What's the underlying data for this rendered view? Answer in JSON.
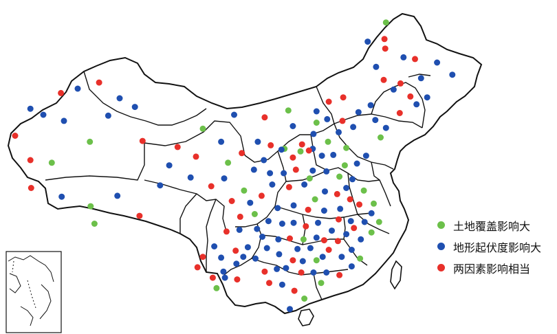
{
  "colors": {
    "land_cover": "#6cc04a",
    "terrain": "#1f4fb0",
    "both": "#e8302a",
    "border": "#111111"
  },
  "legend": {
    "items": [
      {
        "label": "土地覆盖影响大",
        "color_key": "land_cover"
      },
      {
        "label": "地形起伏度影响大",
        "color_key": "terrain"
      },
      {
        "label": "两因素影响相当",
        "color_key": "both"
      }
    ]
  },
  "map": {
    "inset": "south-china-sea-inset",
    "points": [
      {
        "category": "land_cover",
        "lon": 122.5,
        "lat": 52.5
      },
      {
        "category": "both",
        "lon": 122.3,
        "lat": 50.6
      },
      {
        "category": "both",
        "lon": 122.4,
        "lat": 49.5
      },
      {
        "category": "terrain",
        "lon": 120.1,
        "lat": 50.3
      },
      {
        "category": "terrain",
        "lon": 124.8,
        "lat": 48.5
      },
      {
        "category": "both",
        "lon": 126.3,
        "lat": 48.3
      },
      {
        "category": "terrain",
        "lon": 129.2,
        "lat": 47.9
      },
      {
        "category": "terrain",
        "lon": 131.2,
        "lat": 46.5
      },
      {
        "category": "terrain",
        "lon": 127.1,
        "lat": 46.1
      },
      {
        "category": "both",
        "lon": 124.4,
        "lat": 45.5
      },
      {
        "category": "terrain",
        "lon": 121.2,
        "lat": 47.4
      },
      {
        "category": "both",
        "lon": 122.2,
        "lat": 45.9
      },
      {
        "category": "terrain",
        "lon": 123.5,
        "lat": 44.8
      },
      {
        "category": "both",
        "lon": 125.7,
        "lat": 44.0
      },
      {
        "category": "terrain",
        "lon": 127.9,
        "lat": 43.9
      },
      {
        "category": "terrain",
        "lon": 126.5,
        "lat": 43.1
      },
      {
        "category": "both",
        "lon": 124.3,
        "lat": 42.1
      },
      {
        "category": "terrain",
        "lon": 120.5,
        "lat": 43.0
      },
      {
        "category": "both",
        "lon": 116.9,
        "lat": 43.9
      },
      {
        "category": "terrain",
        "lon": 118.9,
        "lat": 42.2
      },
      {
        "category": "terrain",
        "lon": 121.1,
        "lat": 41.3
      },
      {
        "category": "terrain",
        "lon": 122.5,
        "lat": 40.4
      },
      {
        "category": "land_cover",
        "lon": 121.8,
        "lat": 39.3
      },
      {
        "category": "both",
        "lon": 115.0,
        "lat": 43.4
      },
      {
        "category": "terrain",
        "lon": 113.4,
        "lat": 42.3
      },
      {
        "category": "land_cover",
        "lon": 109.7,
        "lat": 42.4
      },
      {
        "category": "both",
        "lon": 106.6,
        "lat": 41.6
      },
      {
        "category": "terrain",
        "lon": 102.6,
        "lat": 41.9
      },
      {
        "category": "land_cover",
        "lon": 98.5,
        "lat": 40.3
      },
      {
        "category": "land_cover",
        "lon": 113.4,
        "lat": 41.0
      },
      {
        "category": "terrain",
        "lon": 114.8,
        "lat": 41.4
      },
      {
        "category": "both",
        "lon": 116.8,
        "lat": 41.2
      },
      {
        "category": "terrain",
        "lon": 118.2,
        "lat": 40.5
      },
      {
        "category": "terrain",
        "lon": 116.3,
        "lat": 39.9
      },
      {
        "category": "terrain",
        "lon": 113.0,
        "lat": 39.7
      },
      {
        "category": "terrain",
        "lon": 110.3,
        "lat": 40.6
      },
      {
        "category": "terrain",
        "lon": 105.7,
        "lat": 38.8
      },
      {
        "category": "both",
        "lon": 107.4,
        "lat": 38.4
      },
      {
        "category": "land_cover",
        "lon": 109.2,
        "lat": 38.0
      },
      {
        "category": "both",
        "lon": 111.5,
        "lat": 38.5
      },
      {
        "category": "terrain",
        "lon": 112.9,
        "lat": 38.0
      },
      {
        "category": "land_cover",
        "lon": 114.9,
        "lat": 38.8
      },
      {
        "category": "land_cover",
        "lon": 117.3,
        "lat": 38.1
      },
      {
        "category": "terrain",
        "lon": 119.9,
        "lat": 37.2
      },
      {
        "category": "terrain",
        "lon": 118.7,
        "lat": 36.3
      },
      {
        "category": "land_cover",
        "lon": 117.1,
        "lat": 36.1
      },
      {
        "category": "terrain",
        "lon": 115.6,
        "lat": 37.3
      },
      {
        "category": "terrain",
        "lon": 114.1,
        "lat": 37.2
      },
      {
        "category": "both",
        "lon": 112.4,
        "lat": 37.8
      },
      {
        "category": "both",
        "lon": 110.3,
        "lat": 37.0
      },
      {
        "category": "land_cover",
        "lon": 111.3,
        "lat": 37.7
      },
      {
        "category": "terrain",
        "lon": 108.8,
        "lat": 37.9
      },
      {
        "category": "terrain",
        "lon": 106.5,
        "lat": 36.7
      },
      {
        "category": "both",
        "lon": 103.6,
        "lat": 37.5
      },
      {
        "category": "land_cover",
        "lon": 101.8,
        "lat": 36.4
      },
      {
        "category": "terrain",
        "lon": 100.9,
        "lat": 38.8
      },
      {
        "category": "both",
        "lon": 97.6,
        "lat": 37.1
      },
      {
        "category": "both",
        "lon": 95.2,
        "lat": 38.2
      },
      {
        "category": "terrain",
        "lon": 94.1,
        "lat": 36.1
      },
      {
        "category": "both",
        "lon": 90.6,
        "lat": 38.9
      },
      {
        "category": "terrain",
        "lon": 89.6,
        "lat": 42.8
      },
      {
        "category": "terrain",
        "lon": 87.6,
        "lat": 43.8
      },
      {
        "category": "both",
        "lon": 84.9,
        "lat": 45.6
      },
      {
        "category": "terrain",
        "lon": 82.1,
        "lat": 44.9
      },
      {
        "category": "terrain",
        "lon": 86.1,
        "lat": 41.8
      },
      {
        "category": "terrain",
        "lon": 80.3,
        "lat": 41.2
      },
      {
        "category": "both",
        "lon": 79.9,
        "lat": 44.4
      },
      {
        "category": "terrain",
        "lon": 75.9,
        "lat": 42.6
      },
      {
        "category": "terrain",
        "lon": 77.6,
        "lat": 41.9
      },
      {
        "category": "both",
        "lon": 73.9,
        "lat": 39.5
      },
      {
        "category": "land_cover",
        "lon": 83.7,
        "lat": 38.8
      },
      {
        "category": "both",
        "lon": 75.9,
        "lat": 36.7
      },
      {
        "category": "land_cover",
        "lon": 78.7,
        "lat": 36.4
      },
      {
        "category": "both",
        "lon": 76.0,
        "lat": 33.5
      },
      {
        "category": "terrain",
        "lon": 80.0,
        "lat": 32.5
      },
      {
        "category": "land_cover",
        "lon": 83.8,
        "lat": 31.4
      },
      {
        "category": "terrain",
        "lon": 87.3,
        "lat": 32.6
      },
      {
        "category": "both",
        "lon": 90.2,
        "lat": 30.3
      },
      {
        "category": "terrain",
        "lon": 92.9,
        "lat": 33.8
      },
      {
        "category": "land_cover",
        "lon": 84.3,
        "lat": 29.4
      },
      {
        "category": "terrain",
        "lon": 96.9,
        "lat": 34.7
      },
      {
        "category": "both",
        "lon": 99.6,
        "lat": 33.7
      },
      {
        "category": "terrain",
        "lon": 101.3,
        "lat": 34.6
      },
      {
        "category": "both",
        "lon": 102.3,
        "lat": 32.0
      },
      {
        "category": "land_cover",
        "lon": 103.9,
        "lat": 33.2
      },
      {
        "category": "terrain",
        "lon": 105.2,
        "lat": 35.6
      },
      {
        "category": "terrain",
        "lon": 107.3,
        "lat": 35.2
      },
      {
        "category": "terrain",
        "lon": 109.1,
        "lat": 35.2
      },
      {
        "category": "both",
        "lon": 110.7,
        "lat": 35.6
      },
      {
        "category": "terrain",
        "lon": 112.9,
        "lat": 35.5
      },
      {
        "category": "land_cover",
        "lon": 112.5,
        "lat": 34.6
      },
      {
        "category": "terrain",
        "lon": 114.7,
        "lat": 35.4
      },
      {
        "category": "land_cover",
        "lon": 116.4,
        "lat": 34.8
      },
      {
        "category": "terrain",
        "lon": 118.1,
        "lat": 34.5
      },
      {
        "category": "land_cover",
        "lon": 119.6,
        "lat": 33.2
      },
      {
        "category": "terrain",
        "lon": 117.3,
        "lat": 33.5
      },
      {
        "category": "both",
        "lon": 116.1,
        "lat": 32.8
      },
      {
        "category": "terrain",
        "lon": 114.5,
        "lat": 33.1
      },
      {
        "category": "land_cover",
        "lon": 113.2,
        "lat": 32.2
      },
      {
        "category": "terrain",
        "lon": 111.8,
        "lat": 33.9
      },
      {
        "category": "both",
        "lon": 109.8,
        "lat": 33.6
      },
      {
        "category": "terrain",
        "lon": 107.6,
        "lat": 33.9
      },
      {
        "category": "both",
        "lon": 106.2,
        "lat": 32.6
      },
      {
        "category": "terrain",
        "lon": 104.7,
        "lat": 31.8
      },
      {
        "category": "both",
        "lon": 103.4,
        "lat": 30.2
      },
      {
        "category": "land_cover",
        "lon": 105.3,
        "lat": 30.5
      },
      {
        "category": "terrain",
        "lon": 108.3,
        "lat": 31.2
      },
      {
        "category": "terrain",
        "lon": 110.4,
        "lat": 31.5
      },
      {
        "category": "both",
        "lon": 112.3,
        "lat": 31.0
      },
      {
        "category": "terrain",
        "lon": 114.4,
        "lat": 30.9
      },
      {
        "category": "terrain",
        "lon": 116.5,
        "lat": 31.1
      },
      {
        "category": "both",
        "lon": 117.8,
        "lat": 32.2
      },
      {
        "category": "both",
        "lon": 119.0,
        "lat": 31.6
      },
      {
        "category": "land_cover",
        "lon": 120.9,
        "lat": 31.7
      },
      {
        "category": "terrain",
        "lon": 120.6,
        "lat": 30.6
      },
      {
        "category": "land_cover",
        "lon": 121.6,
        "lat": 29.6
      },
      {
        "category": "terrain",
        "lon": 119.7,
        "lat": 29.6
      },
      {
        "category": "terrain",
        "lon": 117.9,
        "lat": 29.7
      },
      {
        "category": "both",
        "lon": 116.3,
        "lat": 29.9
      },
      {
        "category": "both",
        "lon": 118.3,
        "lat": 28.9
      },
      {
        "category": "land_cover",
        "lon": 120.6,
        "lat": 28.4
      },
      {
        "category": "terrain",
        "lon": 119.2,
        "lat": 27.6
      },
      {
        "category": "terrain",
        "lon": 117.3,
        "lat": 28.2
      },
      {
        "category": "terrain",
        "lon": 115.4,
        "lat": 28.6
      },
      {
        "category": "terrain",
        "lon": 113.6,
        "lat": 29.5
      },
      {
        "category": "both",
        "lon": 112.0,
        "lat": 29.1
      },
      {
        "category": "terrain",
        "lon": 110.4,
        "lat": 29.5
      },
      {
        "category": "terrain",
        "lon": 108.9,
        "lat": 29.4
      },
      {
        "category": "terrain",
        "lon": 107.1,
        "lat": 29.7
      },
      {
        "category": "terrain",
        "lon": 105.6,
        "lat": 28.8
      },
      {
        "category": "terrain",
        "lon": 103.3,
        "lat": 28.7
      },
      {
        "category": "both",
        "lon": 101.6,
        "lat": 28.5
      },
      {
        "category": "terrain",
        "lon": 100.0,
        "lat": 26.8
      },
      {
        "category": "both",
        "lon": 98.5,
        "lat": 25.6
      },
      {
        "category": "both",
        "lon": 97.8,
        "lat": 24.4
      },
      {
        "category": "terrain",
        "lon": 100.9,
        "lat": 25.5
      },
      {
        "category": "both",
        "lon": 102.8,
        "lat": 26.3
      },
      {
        "category": "terrain",
        "lon": 104.4,
        "lat": 26.7
      },
      {
        "category": "terrain",
        "lon": 103.8,
        "lat": 25.6
      },
      {
        "category": "terrain",
        "lon": 102.9,
        "lat": 24.8
      },
      {
        "category": "terrain",
        "lon": 101.2,
        "lat": 23.9
      },
      {
        "category": "both",
        "lon": 99.8,
        "lat": 23.2
      },
      {
        "category": "terrain",
        "lon": 101.4,
        "lat": 23.2
      },
      {
        "category": "both",
        "lon": 103.0,
        "lat": 23.0
      },
      {
        "category": "land_cover",
        "lon": 100.3,
        "lat": 22.0
      },
      {
        "category": "terrain",
        "lon": 106.3,
        "lat": 27.9
      },
      {
        "category": "terrain",
        "lon": 108.4,
        "lat": 27.6
      },
      {
        "category": "both",
        "lon": 109.9,
        "lat": 27.7
      },
      {
        "category": "land_cover",
        "lon": 111.7,
        "lat": 27.6
      },
      {
        "category": "terrain",
        "lon": 113.4,
        "lat": 27.8
      },
      {
        "category": "terrain",
        "lon": 112.6,
        "lat": 26.6
      },
      {
        "category": "terrain",
        "lon": 110.9,
        "lat": 26.5
      },
      {
        "category": "both",
        "lon": 114.4,
        "lat": 27.5
      },
      {
        "category": "both",
        "lon": 116.2,
        "lat": 27.4
      },
      {
        "category": "terrain",
        "lon": 118.0,
        "lat": 26.4
      },
      {
        "category": "terrain",
        "lon": 116.7,
        "lat": 25.6
      },
      {
        "category": "both",
        "lon": 115.0,
        "lat": 26.4
      },
      {
        "category": "terrain",
        "lon": 114.2,
        "lat": 25.6
      },
      {
        "category": "land_cover",
        "lon": 113.4,
        "lat": 25.2
      },
      {
        "category": "terrain",
        "lon": 111.6,
        "lat": 25.1
      },
      {
        "category": "both",
        "lon": 110.3,
        "lat": 25.2
      },
      {
        "category": "terrain",
        "lon": 108.5,
        "lat": 25.9
      },
      {
        "category": "terrain",
        "lon": 106.9,
        "lat": 26.6
      },
      {
        "category": "terrain",
        "lon": 105.4,
        "lat": 25.4
      },
      {
        "category": "both",
        "lon": 106.6,
        "lat": 23.9
      },
      {
        "category": "terrain",
        "lon": 108.2,
        "lat": 24.2
      },
      {
        "category": "terrain",
        "lon": 109.4,
        "lat": 24.3
      },
      {
        "category": "both",
        "lon": 111.4,
        "lat": 23.8
      },
      {
        "category": "terrain",
        "lon": 113.0,
        "lat": 23.8
      },
      {
        "category": "terrain",
        "lon": 114.7,
        "lat": 23.8
      },
      {
        "category": "both",
        "lon": 116.4,
        "lat": 23.5
      },
      {
        "category": "terrain",
        "lon": 118.0,
        "lat": 24.5
      },
      {
        "category": "land_cover",
        "lon": 119.1,
        "lat": 25.4
      },
      {
        "category": "both",
        "lon": 107.2,
        "lat": 22.6
      },
      {
        "category": "terrain",
        "lon": 108.9,
        "lat": 22.4
      },
      {
        "category": "both",
        "lon": 110.5,
        "lat": 21.7
      },
      {
        "category": "land_cover",
        "lon": 114.0,
        "lat": 22.6
      },
      {
        "category": "land_cover",
        "lon": 111.8,
        "lat": 20.8
      },
      {
        "category": "terrain",
        "lon": 109.9,
        "lat": 19.6
      }
    ]
  }
}
